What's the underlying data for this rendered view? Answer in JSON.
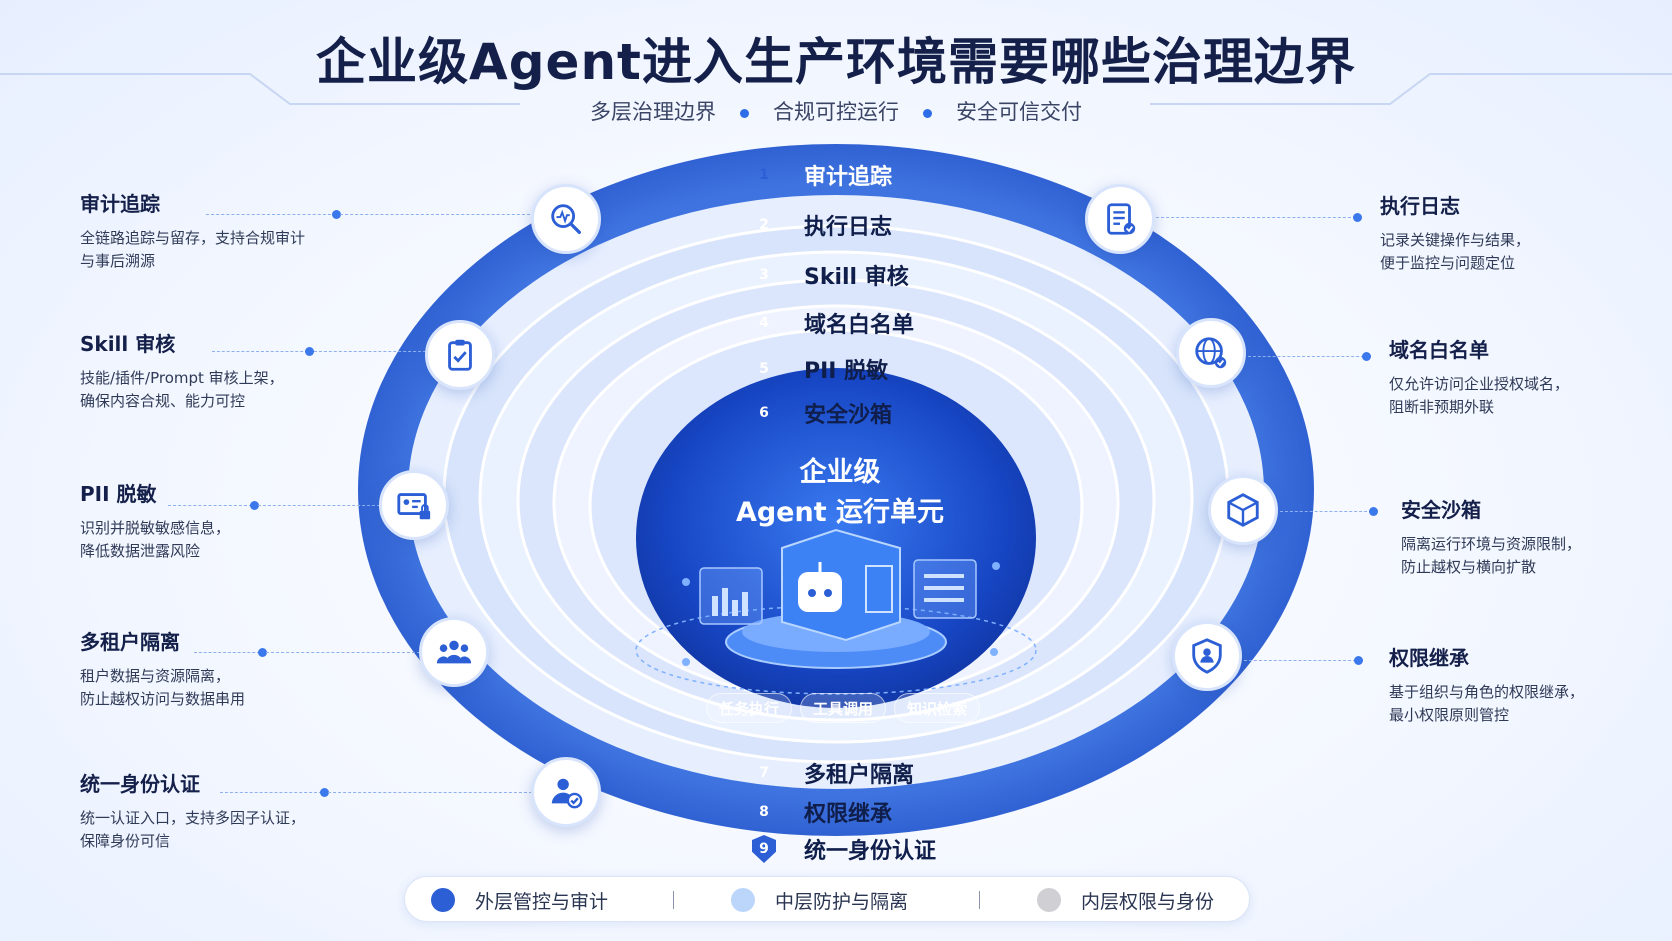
{
  "title": "企业级Agent进入生产环境需要哪些治理边界",
  "subtitle": [
    "多层治理边界",
    "合规可控运行",
    "安全可信交付"
  ],
  "rings": [
    {
      "num": "1",
      "label": "审计追踪"
    },
    {
      "num": "2",
      "label": "执行日志"
    },
    {
      "num": "3",
      "label": "Skill 审核"
    },
    {
      "num": "4",
      "label": "域名白名单"
    },
    {
      "num": "5",
      "label": "PII 脱敏"
    },
    {
      "num": "6",
      "label": "安全沙箱"
    },
    {
      "num": "7",
      "label": "多租户隔离"
    },
    {
      "num": "8",
      "label": "权限继承"
    },
    {
      "num": "9",
      "label": "统一身份认证"
    }
  ],
  "left_items": [
    {
      "title": "审计追踪",
      "line1": "全链路追踪与留存，支持合规审计",
      "line2": "与事后溯源",
      "icon": "audit-search-icon"
    },
    {
      "title": "Skill 审核",
      "line1": "技能/插件/Prompt 审核上架，",
      "line2": "确保内容合规、能力可控",
      "icon": "clipboard-check-icon"
    },
    {
      "title": "PII 脱敏",
      "line1": "识别并脱敏敏感信息，",
      "line2": "降低数据泄露风险",
      "icon": "id-card-lock-icon"
    },
    {
      "title": "多租户隔离",
      "line1": "租户数据与资源隔离，",
      "line2": "防止越权访问与数据串用",
      "icon": "users-group-icon"
    },
    {
      "title": "统一身份认证",
      "line1": "统一认证入口，支持多因子认证，",
      "line2": "保障身份可信",
      "icon": "user-verified-icon"
    }
  ],
  "right_items": [
    {
      "title": "执行日志",
      "line1": "记录关键操作与结果，",
      "line2": "便于监控与问题定位",
      "icon": "log-document-icon"
    },
    {
      "title": "域名白名单",
      "line1": "仅允许访问企业授权域名，",
      "line2": "阻断非预期外联",
      "icon": "globe-check-icon"
    },
    {
      "title": "安全沙箱",
      "line1": "隔离运行环境与资源限制，",
      "line2": "防止越权与横向扩散",
      "icon": "sandbox-cube-icon"
    },
    {
      "title": "权限继承",
      "line1": "基于组织与角色的权限继承，",
      "line2": "最小权限原则管控",
      "icon": "shield-user-icon"
    }
  ],
  "core": {
    "title1": "企业级",
    "title2": "Agent 运行单元",
    "chips": [
      "任务执行",
      "工具调用",
      "知识检索"
    ]
  },
  "legend": [
    {
      "label": "外层管控与审计",
      "color": "#2c5fd6"
    },
    {
      "label": "中层防护与隔离",
      "color": "#bcd6fb"
    },
    {
      "label": "内层权限与身份",
      "color": "#cfcfd4"
    }
  ]
}
